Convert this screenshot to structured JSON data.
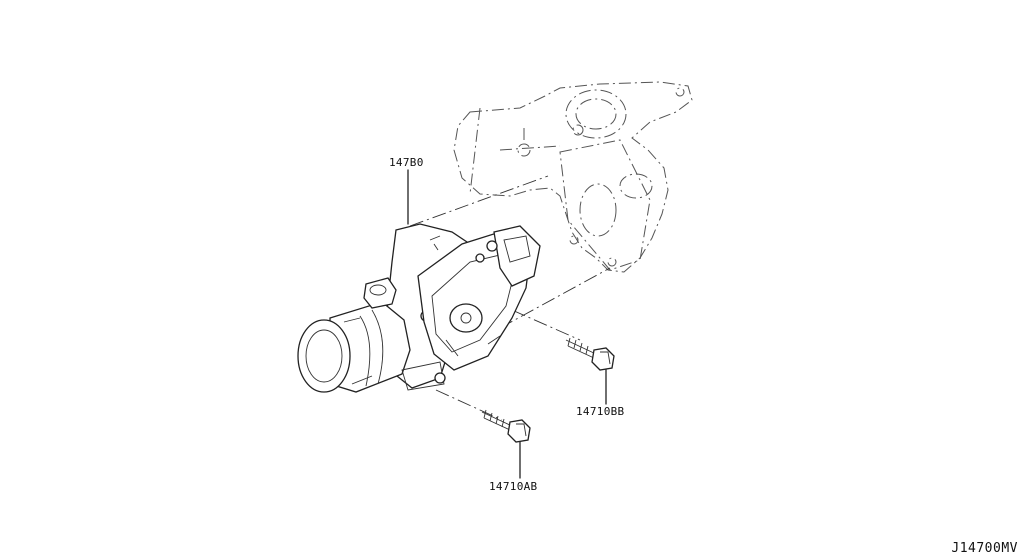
{
  "parts": [
    {
      "part_number": "147B0"
    },
    {
      "part_number": "14710BB"
    },
    {
      "part_number": "14710AB"
    }
  ],
  "diagram_code": "J14700MV"
}
